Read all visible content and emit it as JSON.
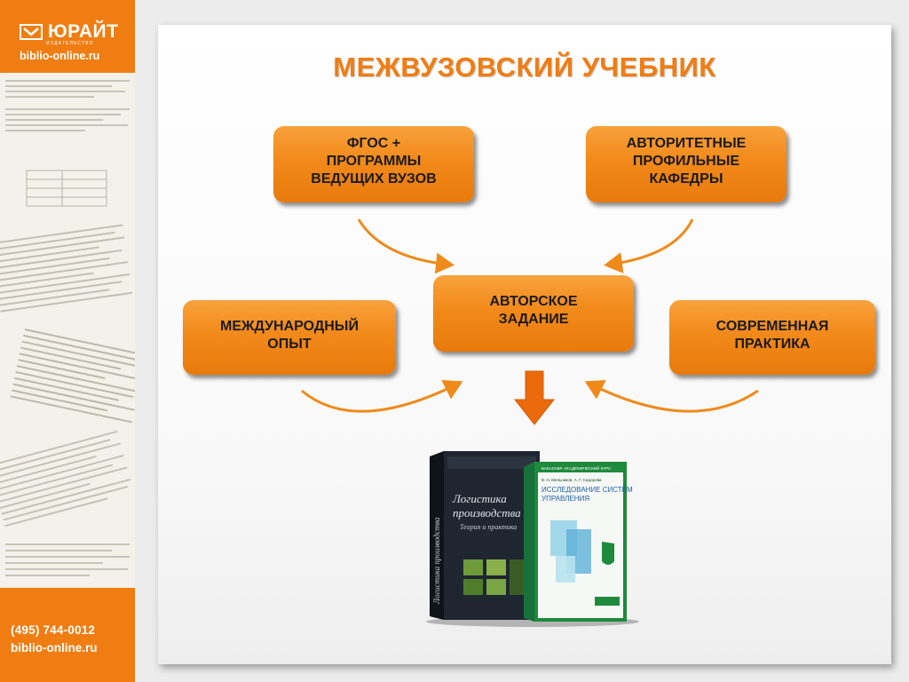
{
  "sidebar": {
    "logo_text": "ЮРАЙТ",
    "logo_subtitle": "ИЗДАТЕЛЬСТВО",
    "site_top": "biblio-online.ru",
    "phone": "(495)  744-0012",
    "site_bottom": "biblio-online.ru"
  },
  "slide": {
    "title": "МЕЖВУЗОВСКИЙ УЧЕБНИК",
    "boxes": {
      "fgos": [
        "ФГОС +",
        "ПРОГРАММЫ",
        "ВЕДУЩИХ ВУЗОВ"
      ],
      "departments": [
        "АВТОРИТЕТНЫЕ",
        "ПРОФИЛЬНЫЕ",
        "КАФЕДРЫ"
      ],
      "author_task": [
        "АВТОРСКОЕ",
        "ЗАДАНИЕ"
      ],
      "international": [
        "МЕЖДУНАРОДНЫЙ",
        "ОПЫТ"
      ],
      "practice": [
        "СОВРЕМЕННАЯ",
        "ПРАКТИКА"
      ]
    },
    "books": {
      "book1": {
        "title_lines": [
          "Логистика",
          "производства"
        ],
        "subtitle": "Теория и практика",
        "spine": "Логистика производства"
      },
      "book2": {
        "series": "БАКАЛАВР. АКАДЕМИЧЕСКИЙ КУРС",
        "authors": "В. Н. Мельников, А. Г. Сидорова",
        "title_lines": [
          "ИССЛЕДОВАНИЕ СИСТЕМ",
          "УПРАВЛЕНИЯ"
        ]
      }
    }
  },
  "colors": {
    "accent": "#f07d12",
    "box": "#f28a1a",
    "book1_cover": "#1f2630",
    "book2_cover": "#1e8a3c"
  }
}
